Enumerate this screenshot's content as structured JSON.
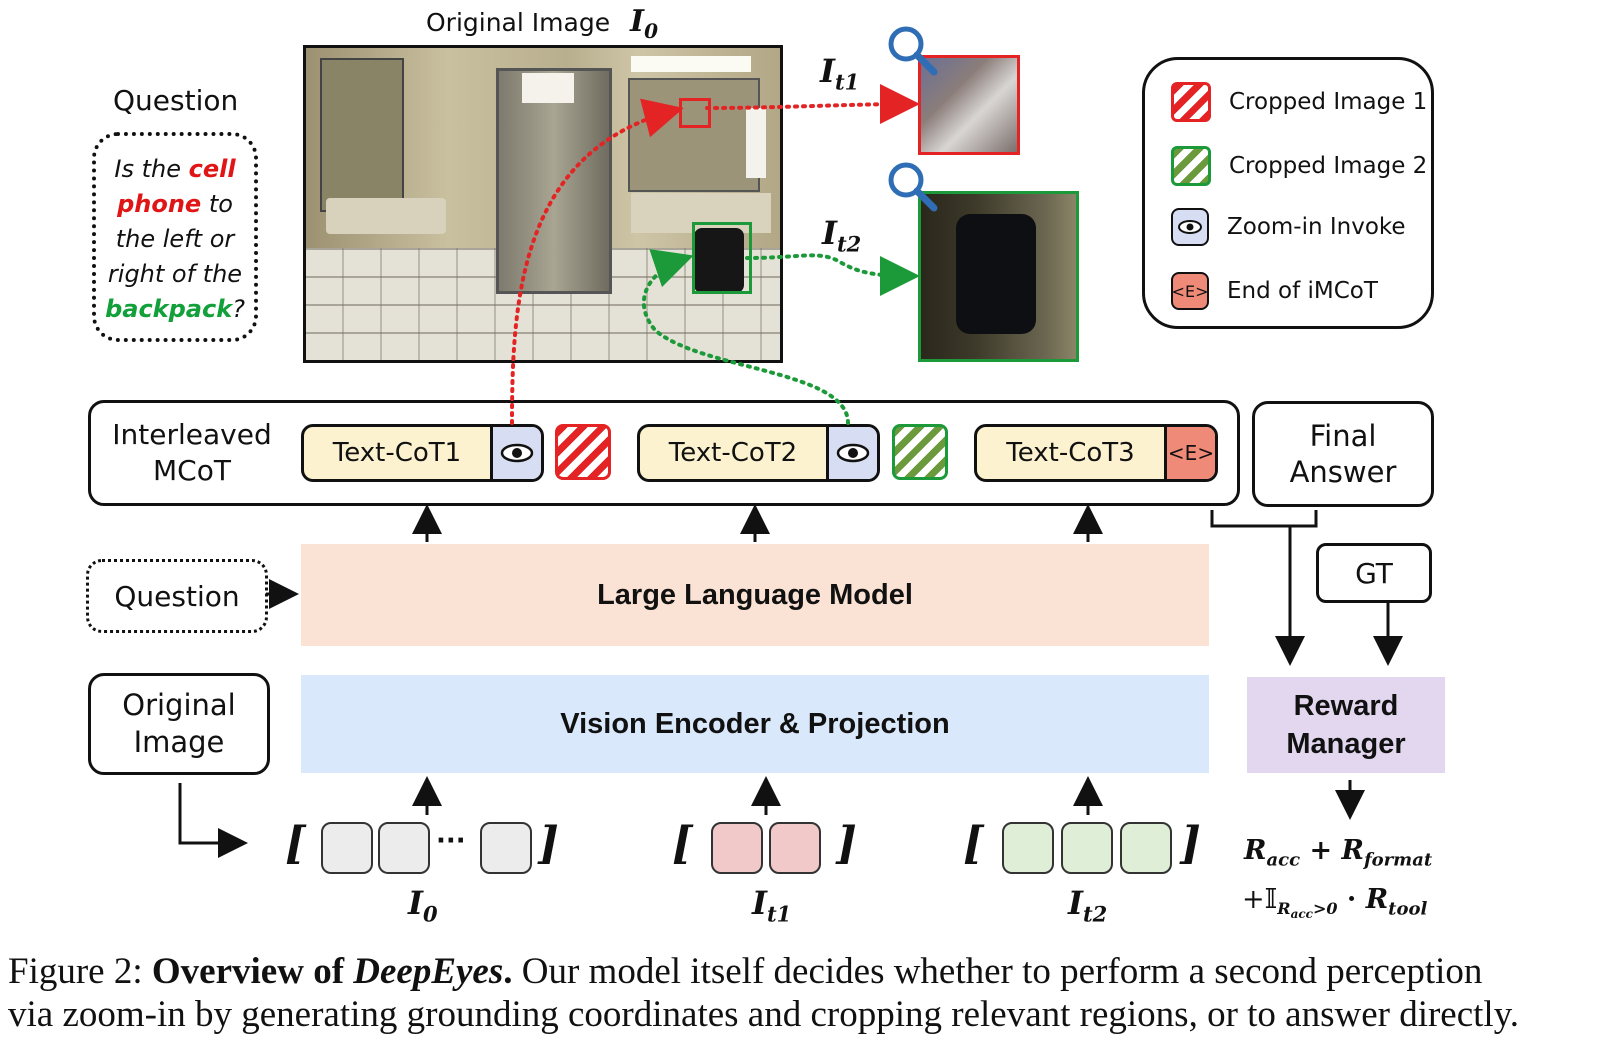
{
  "top": {
    "original_image_label": "Original Image",
    "original_image_symbol": "I",
    "original_image_sub": "0",
    "crop1_symbol": "I",
    "crop1_sub": "t1",
    "crop2_symbol": "I",
    "crop2_sub": "t2"
  },
  "question_panel": {
    "title": "Question",
    "line1_pre": "Is the ",
    "line1_red": "cell",
    "line2_red": "phone",
    "line2_post": " to",
    "line3": "the left or",
    "line4": "right of the",
    "line5_green": "backpack",
    "line5_post": "?"
  },
  "legend": {
    "items": [
      {
        "label": "Cropped Image 1"
      },
      {
        "label": "Cropped Image 2"
      },
      {
        "label": "Zoom-in Invoke"
      },
      {
        "label": "End of iMCoT"
      }
    ],
    "end_token": "<E>"
  },
  "mcot": {
    "label_line1": "Interleaved",
    "label_line2": "MCoT",
    "cot1": "Text-CoT1",
    "cot2": "Text-CoT2",
    "cot3": "Text-CoT3",
    "end_token": "<E>"
  },
  "final_answer": {
    "line1": "Final",
    "line2": "Answer"
  },
  "question_input": "Question",
  "llm": "Large Language Model",
  "vision_encoder": "Vision Encoder & Projection",
  "original_image_input": {
    "line1": "Original",
    "line2": "Image"
  },
  "gt": "GT",
  "reward_manager": {
    "line1": "Reward",
    "line2": "Manager"
  },
  "tokens": {
    "group0_label": "I",
    "group0_sub": "0",
    "ellipsis": "···",
    "group1_label": "I",
    "group1_sub": "t1",
    "group2_label": "I",
    "group2_sub": "t2"
  },
  "reward_formula": {
    "r": "R",
    "acc": "acc",
    "plus": " + ",
    "format": "format",
    "plus2": "+",
    "indicator": "𝕀",
    "ind_sub": "R",
    "ind_sub2": "acc",
    "ind_sub3": ">0",
    "dot": " · ",
    "tool": "tool"
  },
  "caption": {
    "prefix": "Figure 2: ",
    "bold1": "Overview of ",
    "bold_italic": "DeepEyes",
    "bold2": ".",
    "text1": " Our model itself decides whether to perform a second perception",
    "text2": "via zoom-in by generating grounding coordinates and cropping relevant regions, or to answer directly."
  },
  "colors": {
    "red": "#e42424",
    "green": "#1c9a3a",
    "llm_bg": "#fae3d4",
    "ve_bg": "#d9e8fb",
    "reward_bg": "#e3d7ef",
    "token_gray": "#ececec",
    "token_pink": "#f2c9c9",
    "token_green": "#dfeed7",
    "eye_bg": "#d7def3",
    "end_bg": "#f08a78",
    "cot_bg": "#fdf2cf"
  },
  "icons": [
    "eye-icon",
    "magnifier-icon",
    "arrow-icon"
  ]
}
